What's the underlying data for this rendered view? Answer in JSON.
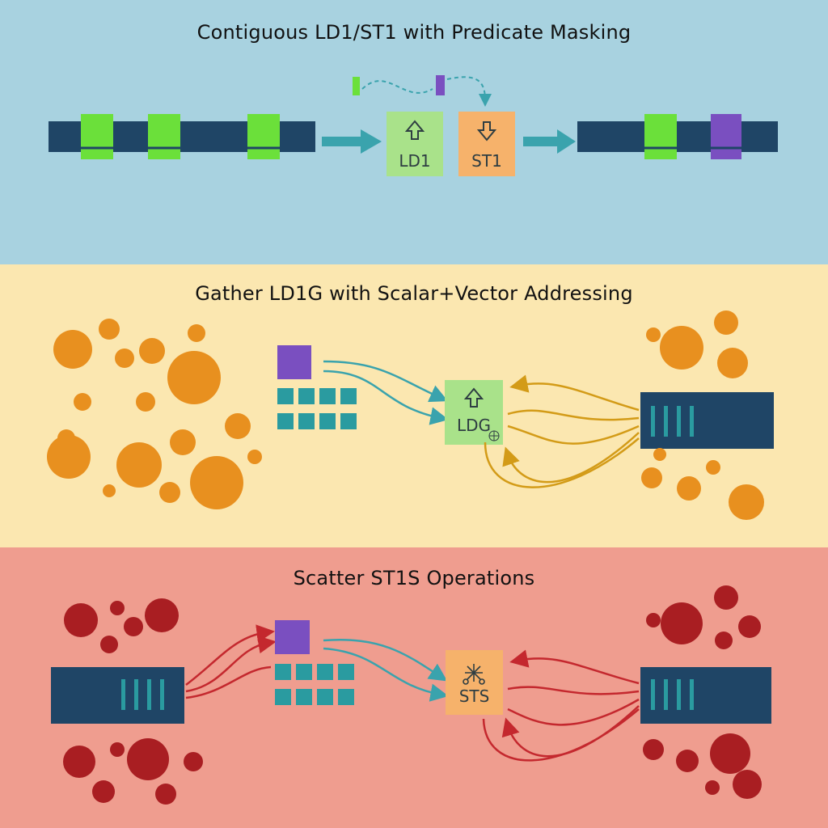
{
  "panels": [
    {
      "title": "Contiguous LD1/ST1 with Predicate Masking",
      "load_label": "LD1",
      "store_label": "ST1",
      "colors": {
        "bg": "#a8d2e0",
        "vector": "#1f4566",
        "active": "#6be03a",
        "store": "#7a4fc0",
        "load_box": "#a9e28a",
        "store_box": "#f6b26b",
        "arrow": "#3aa3ad"
      },
      "icons": [
        "up-arrow-icon",
        "down-arrow-icon"
      ]
    },
    {
      "title": "Gather LD1G with Scalar+Vector Addressing",
      "op_label": "LDG",
      "colors": {
        "bg": "#fbe7b0",
        "dots": "#e8901f",
        "scalar": "#7a4fc0",
        "vector_cells": "#2a9ba0",
        "op_box": "#a9e28a",
        "memory": "#1f4566",
        "in_arrow": "#3aa3ad",
        "out_arrow": "#d39b17"
      },
      "icons": [
        "up-arrow-icon",
        "globe-icon"
      ]
    },
    {
      "title": "Scatter ST1S Operations",
      "op_label": "STS",
      "colors": {
        "bg": "#ef9d8f",
        "dots": "#a91e22",
        "scalar": "#7a4fc0",
        "vector_cells": "#2a9ba0",
        "op_box": "#f6b26b",
        "memory": "#1f4566",
        "arrow": "#c4282e"
      },
      "icons": [
        "network-icon"
      ]
    }
  ]
}
